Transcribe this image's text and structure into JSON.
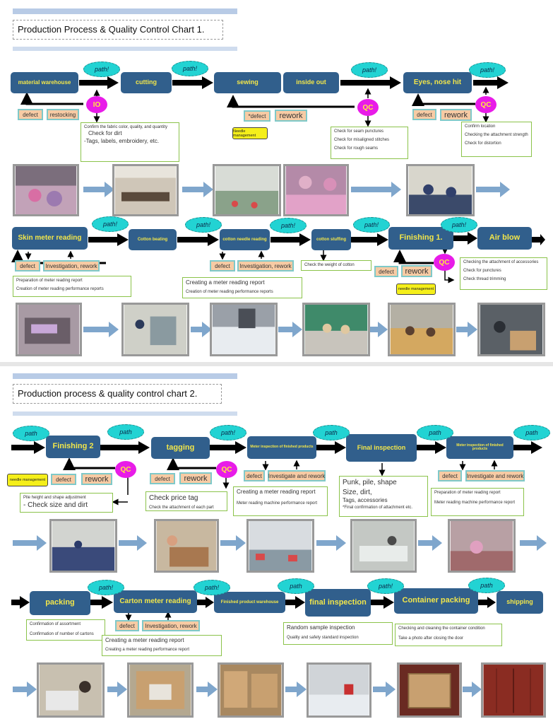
{
  "chart1": {
    "title": "Production Process & Quality Control Chart 1.",
    "steps": {
      "material_warehouse": "material warehouse",
      "cutting": "cutting",
      "sewing": "sewing",
      "inside_out": "inside out",
      "eyes_nose_hit": "Eyes, nose hit",
      "skin_meter_reading": "Skin meter reading",
      "cotton_beating": "Cotton beating",
      "cotton_needle_reading": "cotton needle reading",
      "cotton_stuffing": "cotton stuffing",
      "finishing1": "Finishing 1.",
      "air_blow": "Air blow"
    },
    "path_label": "path!",
    "io_label": "IO",
    "qc_label": "QC",
    "defect": "defect",
    "defect_star": "*defect",
    "restocking": "restocking",
    "rework": "rework",
    "investigation_rework": "Investigation, rework",
    "needle_management": "Needle management",
    "needle_management_lc": "needle management",
    "notes": {
      "io": [
        "Confirm the fabric color, quality, and quantity",
        "Check for dirt",
        "-Tags, labels, embroidery, etc."
      ],
      "sewing_qc": [
        "Check for seam punctures",
        "Check for misaligned stitches",
        "Check for rough seams"
      ],
      "eyes_qc": [
        "Confirm location",
        "Checking the attachment strength",
        "Check for distortion"
      ],
      "skin": [
        "Preparation of meter reading report",
        "Creation of meter reading performance reports"
      ],
      "needle": [
        "Creating a meter reading report",
        "Creation of meter reading performance reports"
      ],
      "stuffing": "Check the weight of cotton",
      "finishing1": [
        "Checking the attachment of accessories",
        "Check for punctures",
        "Check thread trimming"
      ]
    }
  },
  "chart2": {
    "title": "Production process & quality control chart 2.",
    "steps": {
      "finishing2": "Finishing 2",
      "tagging": "tagging",
      "meter_inspection": "Meter inspection of finished products",
      "final_inspection": "Final inspection",
      "meter_inspection_b": "Meter inspection of finished products",
      "packing": "packing",
      "carton_meter_reading": "Carton meter reading",
      "finished_product_warehouse": "Finished product warehouse",
      "final_inspection_lc": "final inspection",
      "container_packing": "Container packing",
      "shipping": "shipping"
    },
    "path_label": "path",
    "path_label_bang": "path!",
    "qc_label": "QC",
    "defect": "defect",
    "defect_caps": "defect",
    "rework": "rework",
    "investigate_rework": "Investigate and rework",
    "investigation_rework": "Investigation, rework",
    "needle_management": "needle management",
    "notes": {
      "finishing2": [
        "Pile height and shape adjustment",
        "- Check size and dirt"
      ],
      "tagging": [
        "Check price tag",
        "Check the attachment of each part"
      ],
      "meter": [
        "Creating a meter reading report",
        "Meter reading machine performance report"
      ],
      "final": [
        "Punk, pile, shape",
        "Size, dirt,",
        "Tags, accessories",
        "*Final confirmation of attachment etc."
      ],
      "meter_b": [
        "Preparation of meter reading report",
        "Meter reading machine performance report"
      ],
      "packing": [
        "Confirmation of assortment",
        "Confirmation of number of cartons"
      ],
      "carton": [
        "Creating a meter reading report",
        "Creating a meter reading performance report"
      ],
      "final_lc": [
        "Random sample inspection",
        "Quality and safety standard inspection"
      ],
      "container": [
        "Checking and cleaning the container condition",
        "Take a photo after closing the door"
      ]
    }
  },
  "colors": {
    "step_bg": "#315f8c",
    "step_text": "#f2e64a",
    "path_bubble": "#22d3d3",
    "qc_bubble": "#e81ce8",
    "tag_bg": "#f7cba4",
    "note_border": "#8bc34a",
    "photo_arrow": "#7fa6cc"
  }
}
